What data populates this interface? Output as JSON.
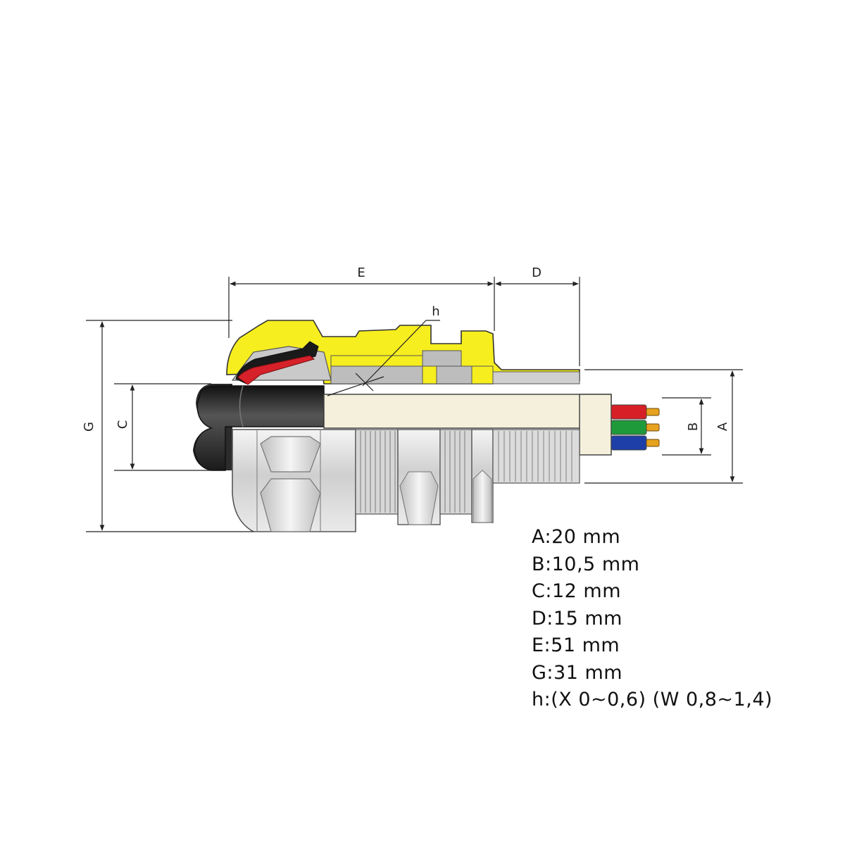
{
  "dimension_labels": {
    "A": "A",
    "B": "B",
    "C": "C",
    "D": "D",
    "E": "E",
    "G": "G",
    "h": "h"
  },
  "specs": [
    "A:20 mm",
    "B:10,5 mm",
    "C:12 mm",
    "D:15 mm",
    "E:51 mm",
    "G:31 mm",
    "h:(X 0~0,6) (W 0,8~1,4)"
  ],
  "colors": {
    "gland_body": "#f6ee1e",
    "metal": "#d4d4d4",
    "cable_sheath": "#2b2b2b",
    "inner_insulation": "#f4f0dc",
    "seal": "#d6212a",
    "wire_red": "#d61f26",
    "wire_green": "#1f9a3a",
    "wire_blue": "#1f3fa8",
    "pin": "#e7a21f"
  }
}
